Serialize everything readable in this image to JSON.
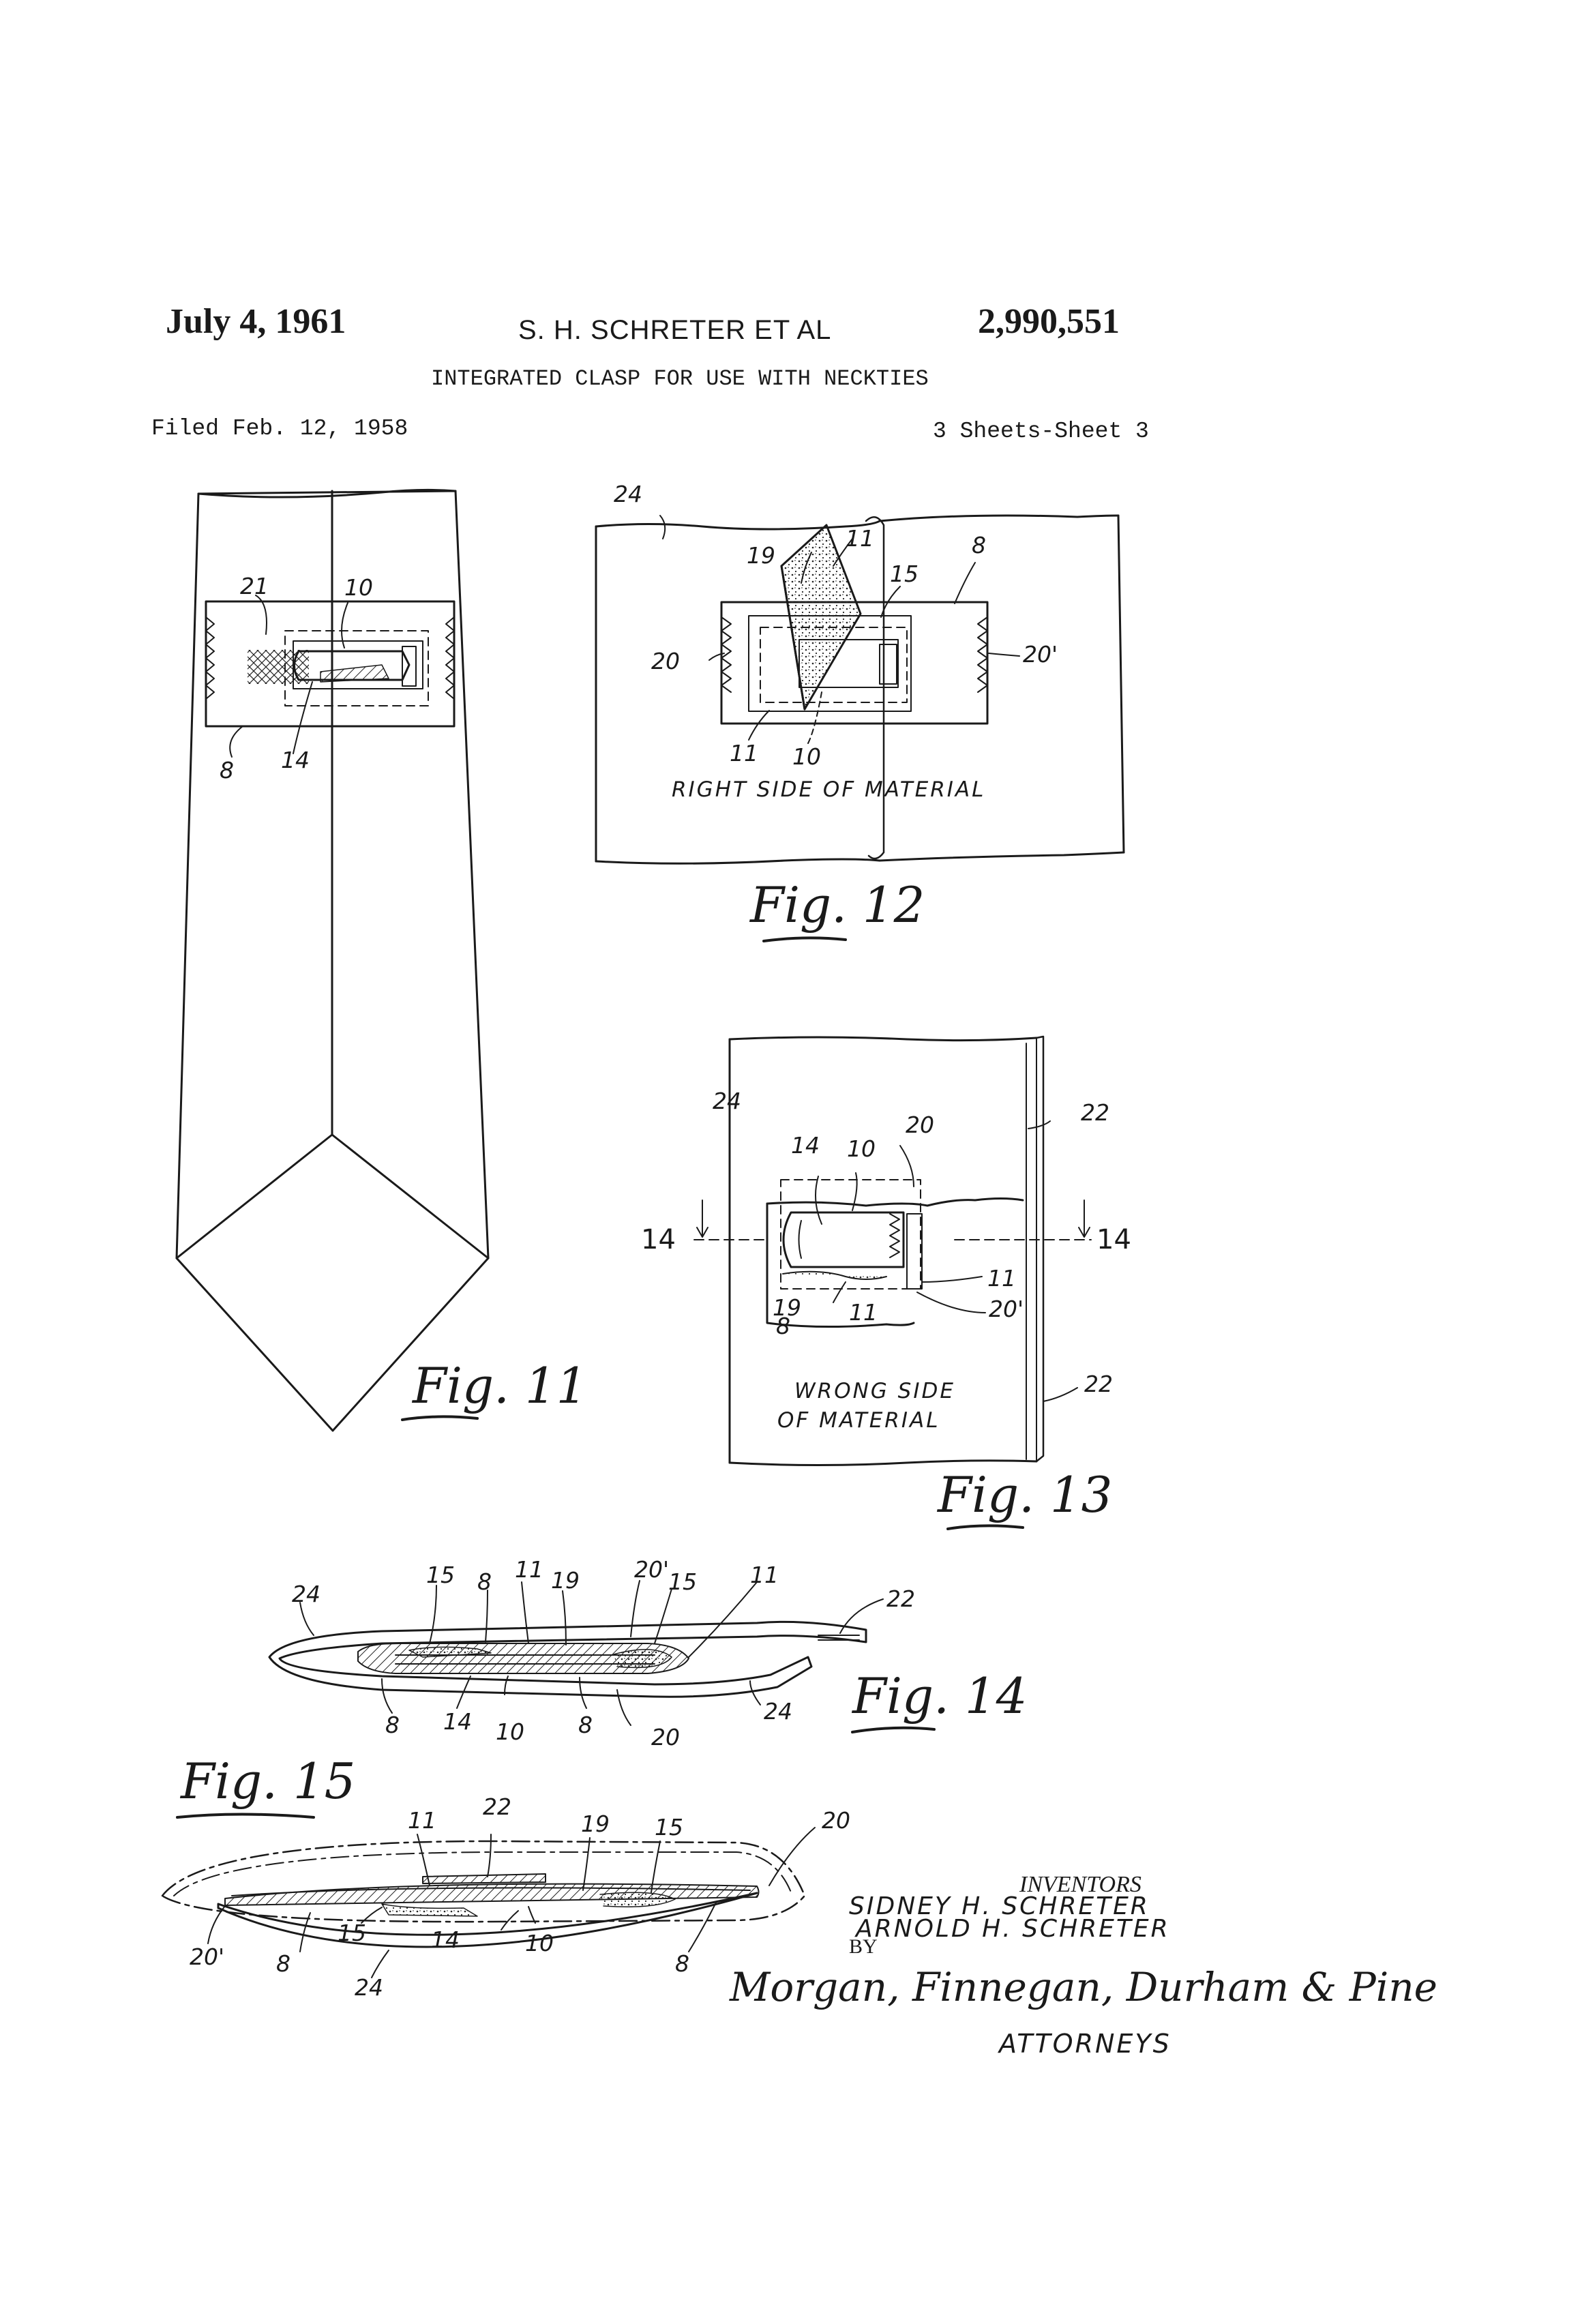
{
  "header": {
    "date": "July 4, 1961",
    "inventor_line": "S. H. SCHRETER ET AL",
    "patent_number": "2,990,551",
    "title": "INTEGRATED CLASP FOR USE WITH NECKTIES",
    "filed": "Filed Feb. 12, 1958",
    "sheets": "3 Sheets-Sheet 3"
  },
  "figures": {
    "fig11": "Fig. 11",
    "fig12": "Fig. 12",
    "fig13": "Fig. 13",
    "fig14": "Fig. 14",
    "fig15": "Fig. 15"
  },
  "fig11_refs": {
    "r21": "21",
    "r10": "10",
    "r8": "8",
    "r14": "14"
  },
  "fig12_refs": {
    "r24": "24",
    "r19": "19",
    "r11a": "11",
    "r8": "8",
    "r15": "15",
    "r20": "20",
    "r20p": "20'",
    "r11b": "11",
    "r10": "10"
  },
  "fig12_label": "RIGHT SIDE OF MATERIAL",
  "fig13_refs": {
    "r24": "24",
    "r20": "20",
    "r22a": "22",
    "r14": "14",
    "r10": "10",
    "r14l": "14",
    "r14r": "14",
    "r11a": "11",
    "r19": "19",
    "r8": "8",
    "r11b": "11",
    "r20p": "20'",
    "r22b": "22"
  },
  "fig13_label_1": "WRONG SIDE",
  "fig13_label_2": "OF MATERIAL",
  "fig14_refs": {
    "r24a": "24",
    "r15a": "15",
    "r8a": "8",
    "r11a": "11",
    "r19": "19",
    "r20p": "20'",
    "r15b": "15",
    "r11b": "11",
    "r22": "22",
    "r8b": "8",
    "r14": "14",
    "r10": "10",
    "r8c": "8",
    "r20": "20",
    "r24b": "24"
  },
  "fig15_refs": {
    "r11": "11",
    "r22": "22",
    "r19": "19",
    "r15a": "15",
    "r20": "20",
    "r15b": "15",
    "r14": "14",
    "r10": "10",
    "r20p": "20'",
    "r8a": "8",
    "r8b": "8",
    "r24": "24"
  },
  "inventors": {
    "heading": "INVENTORS",
    "name_1": "SIDNEY H. SCHRETER",
    "name_2": "ARNOLD H. SCHRETER",
    "by": "BY",
    "signature": "Morgan, Finnegan, Durham & Pine",
    "attorneys": "ATTORNEYS"
  }
}
